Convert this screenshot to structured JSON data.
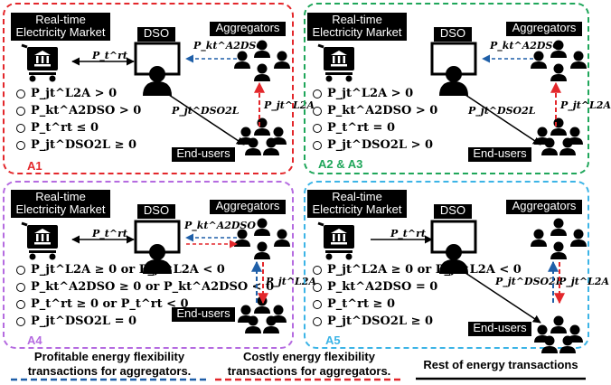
{
  "panels": [
    {
      "id": "A1",
      "color": "#e3272b",
      "dash": "10,4,3,4",
      "market": "Real-time Electricity Market",
      "dso": "DSO",
      "aggregators": "Aggregators",
      "endusers": "End-users",
      "tag": "A1",
      "conditions": [
        "P_jt^L2A > 0",
        "P_kt^A2DSO > 0",
        "P_t^rt ≤ 0",
        "P_jt^DSO2L ≥ 0"
      ],
      "arrow_rt": "P_t^rt",
      "arrow_a2dso": "P_kt^A2DSO",
      "arrow_dso2l": "P_jt^DSO2L",
      "arrow_l2a": "P_jt^L2A"
    },
    {
      "id": "A2A3",
      "color": "#1fa65a",
      "dash": "10,4,3,4",
      "market": "Real-time Electricity Market",
      "dso": "DSO",
      "aggregators": "Aggregators",
      "endusers": "End-users",
      "tag": "A2 & A3",
      "conditions": [
        "P_jt^L2A > 0",
        "P_kt^A2DSO > 0",
        "P_t^rt = 0",
        "P_jt^DSO2L > 0"
      ],
      "arrow_a2dso": "P_kt^A2DSO",
      "arrow_dso2l": "P_jt^DSO2L",
      "arrow_l2a": "P_jt^L2A"
    },
    {
      "id": "A4",
      "color": "#b56be0",
      "dash": "10,4,3,4",
      "market": "Real-time Electricity Market",
      "dso": "DSO",
      "aggregators": "Aggregators",
      "endusers": "End-users",
      "tag": "A4",
      "conditions": [
        "P_jt^L2A ≥ 0 or P_jt^L2A < 0",
        "P_kt^A2DSO ≥ 0 or P_kt^A2DSO < 0",
        "P_t^rt ≥ 0 or P_t^rt < 0",
        "P_jt^DSO2L = 0"
      ],
      "arrow_rt": "P_t^rt",
      "arrow_a2dso": "P_kt^A2DSO",
      "arrow_l2a": "P_jt^L2A"
    },
    {
      "id": "A5",
      "color": "#3cb4e6",
      "dash": "10,4,3,4",
      "market": "Real-time Electricity Market",
      "dso": "DSO",
      "aggregators": "Aggregators",
      "endusers": "End-users",
      "tag": "A5",
      "conditions": [
        "P_jt^L2A ≥ 0 or P_jt^L2A < 0",
        "P_kt^A2DSO = 0",
        "P_t^rt ≥ 0",
        "P_jt^DSO2L ≥ 0"
      ],
      "arrow_rt": "P_t^rt",
      "arrow_dso2l": "P_jt^DSO2L",
      "arrow_l2a": "P_jt^L2A"
    }
  ],
  "legend": {
    "profitable": "Profitable energy flexibility transactions for aggregators.",
    "costly": "Costly energy flexibility transactions for aggregators.",
    "rest": "Rest of energy transactions",
    "profitable_color": "#1f5fa8",
    "costly_color": "#e3272b",
    "rest_color": "#000000"
  }
}
